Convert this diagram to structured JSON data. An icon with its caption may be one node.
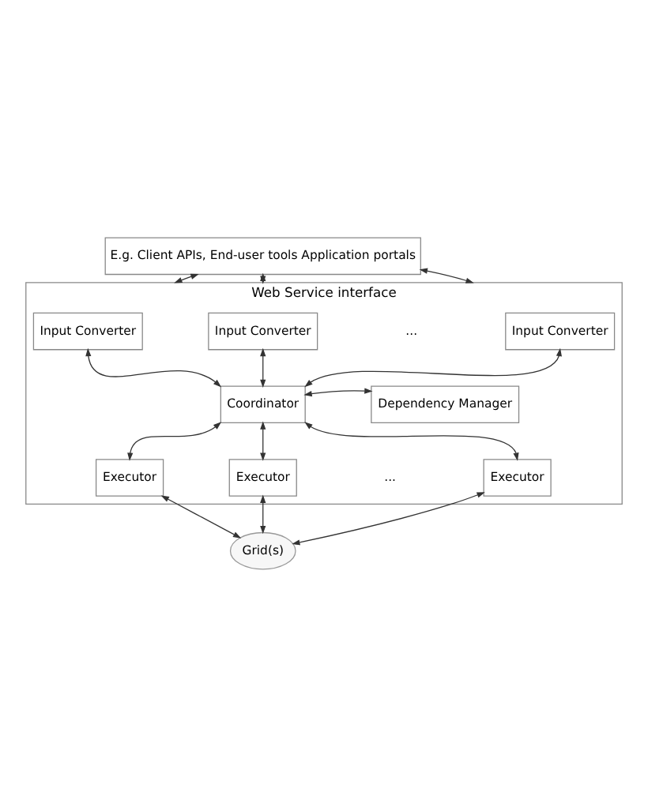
{
  "diagram": {
    "nodes": [
      {
        "text": [
          "E.g. Client APIs, End-user tools Application portals"
        ]
      },
      {
        "text": [
          "Web Service interface"
        ]
      },
      {
        "text": [
          "Input Converter"
        ],
        "in": 1
      },
      {
        "text": [
          "Input Converter"
        ],
        "in": 1
      },
      {
        "text": [
          "..."
        ],
        "in": 1
      },
      {
        "text": [
          "Input Converter"
        ],
        "in": 1
      },
      {
        "text": [
          "Coordinator"
        ],
        "in": 1
      },
      {
        "text": [
          "Dependency Manager"
        ],
        "in": 1
      },
      {
        "text": [
          "Executor"
        ],
        "in": 1
      },
      {
        "text": [
          "Executor"
        ],
        "in": 1
      },
      {
        "text": [
          "..."
        ],
        "in": 1
      },
      {
        "text": [
          "Executor"
        ],
        "in": 1
      },
      {
        "text": [
          "Grid(s)"
        ]
      }
    ],
    "edges": [
      {
        "from": 0,
        "to": 1,
        "arrow": "both"
      },
      {
        "from": 0,
        "to": 1,
        "arrow": "both"
      },
      {
        "from": 0,
        "to": 1,
        "arrow": "both"
      },
      {
        "from": 2,
        "to": 6,
        "arrow": "both"
      },
      {
        "from": 3,
        "to": 6,
        "arrow": "both"
      },
      {
        "from": 5,
        "to": 6,
        "arrow": "both"
      },
      {
        "from": 6,
        "to": 7,
        "arrow": "both"
      },
      {
        "from": 6,
        "to": 8,
        "arrow": "both"
      },
      {
        "from": 6,
        "to": 9,
        "arrow": "both"
      },
      {
        "from": 6,
        "to": 11,
        "arrow": "both"
      },
      {
        "from": 8,
        "to": 12,
        "arrow": "both"
      },
      {
        "from": 9,
        "to": 12,
        "arrow": "both"
      },
      {
        "from": 11,
        "to": 12,
        "arrow": "both"
      }
    ]
  }
}
